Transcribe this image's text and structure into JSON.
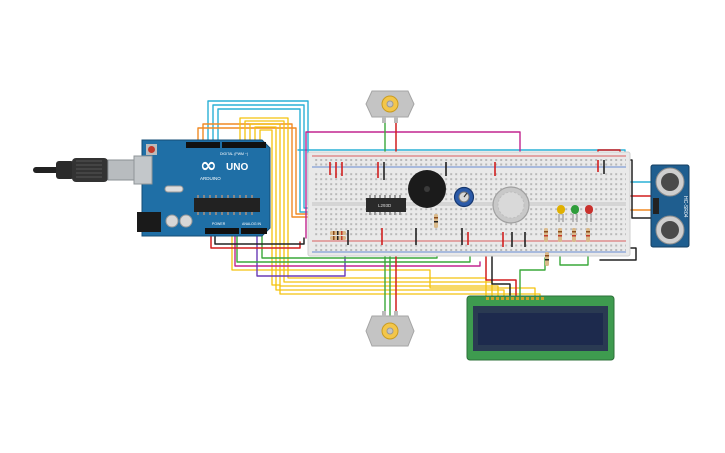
{
  "arduino": {
    "logo": "∞",
    "brand": "ARDUINO",
    "model": "UNO",
    "header_digital": "DIGITAL (PWM ~)",
    "header_power": "POWER",
    "header_analog": "ANALOG IN"
  },
  "driver_chip": {
    "label": "L293D"
  },
  "ultrasonic": {
    "model": "HC-SR04"
  },
  "lcd": {
    "text_line1": "",
    "text_line2": ""
  },
  "colors": {
    "board_blue": "#1f6fa6",
    "breadboard": "#e9e9e9",
    "rail_red": "#d32f2f",
    "rail_blue": "#3d6bc9",
    "pcb_green": "#3e9b4f",
    "lcd_screen": "#1d2a4d",
    "wire_yellow": "#f4c20d",
    "wire_orange": "#f08a24",
    "wire_cyan": "#2ab0d6",
    "wire_magenta": "#c2258f",
    "wire_green": "#3aa83a",
    "wire_purple": "#6a3bb6",
    "wire_red": "#d21f1f",
    "wire_black": "#222222"
  },
  "components": {
    "motor_icon": "dc-motor-icon",
    "buzzer_icon": "piezo-buzzer-icon",
    "pot_icon": "potentiometer-icon",
    "gas_sensor_icon": "gas-sensor-icon",
    "led_colors": [
      "#e0b000",
      "#2e9d3a",
      "#c9302c"
    ]
  }
}
